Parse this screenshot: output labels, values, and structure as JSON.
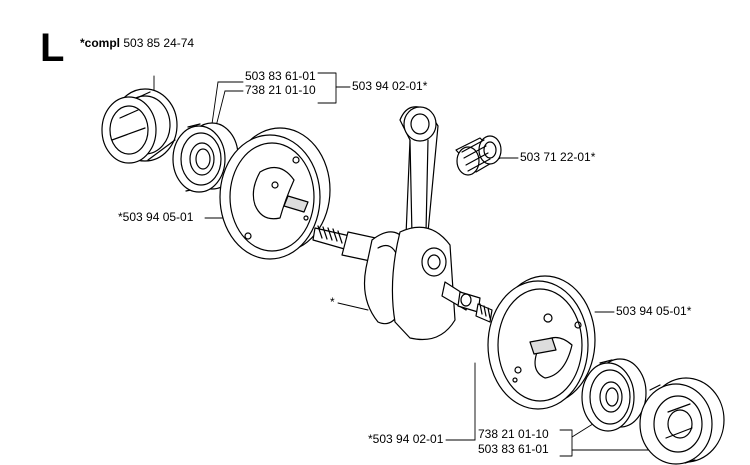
{
  "section_letter": "L",
  "complete_assembly": {
    "prefix": "*compl",
    "part_number": "503 85 24-74"
  },
  "callouts": {
    "top_group_line1": "503 83 61-01",
    "top_group_line2": "738 21 01-10",
    "top_group_kit": "503 94 02-01*",
    "needle_bearing": "503 71 22-01*",
    "left_crankcase_half": "*503 94 05-01",
    "crankshaft": "*",
    "right_crankcase_half": "503 94 05-01*",
    "bottom_kit": "*503 94 02-01",
    "bottom_group_line1": "738 21 01-10",
    "bottom_group_line2": "503 83 61-01"
  }
}
